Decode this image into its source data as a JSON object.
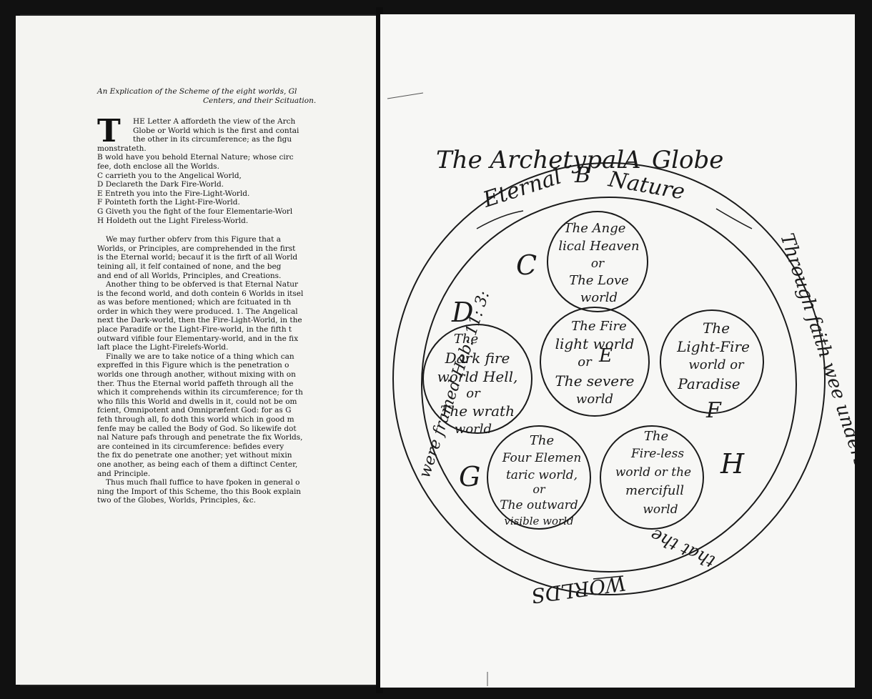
{
  "left_page": {
    "heading_line1": "An Explication of the Scheme of the eight worlds, Gl",
    "heading_line2": "Centers, and their Scituation.",
    "dropcap": "T",
    "intro_lines": [
      "HE Letter A affordeth the view of the Arch",
      "Globe or World which is the first and contai",
      "the other in its circumference; as the figu",
      "monstrateth."
    ],
    "legend_lines": [
      "B wold have you behold Eternal Nature; whose circ",
      "fee, doth enclose all the Worlds.",
      "C carrieth you to the Angelical World,",
      "D Declareth the Dark Fire-World.",
      "E Entreth you into the Fire-Light-World.",
      "F Pointeth forth the Light-Fire-World.",
      "G Giveth you the fight of the four Elementarie-Worl",
      "H Holdeth out the Light Fireless-World."
    ],
    "para1_lines": [
      "We may further obferv from this Figure that a",
      "Worlds, or Principles, are comprehended in the first",
      "is the Eternal world; becauf it is the firft of all World",
      "teining all, it felf contained of none, and the beg",
      "and end of all Worlds, Principles, and Creations."
    ],
    "para2_lines": [
      "Another thing to be obferved is that Eternal Natur",
      "is the fecond world, and doth contein 6 Worlds in itsel",
      "as was before mentioned; which are fcituated in th",
      "order in which they were produced. 1. The Angelical",
      "next the Dark-world, then the Fire-Light-World, in the",
      "place Paradife or the Light-Fire-world, in the fifth t",
      "outward vifible four Elementary-world, and in the fix",
      "laft place the Light-Firelefs-World."
    ],
    "para3_lines": [
      "Finally we are to take notice of a thing which can",
      "expreffed in this Figure which is the penetration o",
      "worlds one through another, without mixing with on",
      "ther. Thus the Eternal world paffeth through all the",
      "which it comprehends within its circumference; for th",
      "who fills this World and dwells in it, could not be om",
      "fcient, Omnipotent and Omnipræfent God: for as G",
      "feth through all, fo doth this world which in good m",
      "fenfe may be called the Body of God. So likewife dot",
      "nal Nature pafs through and penetrate the fix Worlds,",
      "are conteined in its circumference: befides every",
      "the fix do penetrate one another; yet without mixin",
      "one another, as being each of them a diftinct Center,",
      "and Principle."
    ],
    "para4_lines": [
      "Thus much fhall fuffice to have fpoken in general o",
      "ning the Import of this Scheme, tho this Book explain",
      "two of the Globes, Worlds, Principles, &c."
    ]
  },
  "diagram": {
    "title_left": "The Archetypal",
    "title_letter": "A",
    "title_right": "Globe",
    "ring_text_top_left": "Eternal",
    "ring_letter": "B",
    "ring_text_top_right": "Nature",
    "ring_text_right": "Through faith wee understand",
    "ring_text_bottom": "that the",
    "ring_text_bottom_word": "WORLDS",
    "ring_text_left": "were framed Heb: 11: 3:",
    "letter_c": "C",
    "letter_d": "D",
    "letter_e": "E",
    "letter_f": "F",
    "letter_g": "G",
    "letter_h": "H",
    "circles": {
      "angelical": [
        "The Ange",
        "lical Heaven",
        "or",
        "The Love",
        "world"
      ],
      "dark": [
        "The",
        "Dark fire",
        "world Hell,",
        "or",
        "The wrath",
        "world"
      ],
      "fire_light": [
        "The Fire",
        "light world",
        "or",
        "The severe",
        "world"
      ],
      "light_fire": [
        "The",
        "Light-Fire",
        "world or",
        "Paradise"
      ],
      "elementary": [
        "The",
        "Four Elemen",
        "taric world,",
        "or",
        "The outward",
        "visible world"
      ],
      "fireless": [
        "The",
        "Fire-less",
        "world or the",
        "mercifull",
        "world"
      ]
    },
    "ink_color": "#1a1a1a"
  }
}
